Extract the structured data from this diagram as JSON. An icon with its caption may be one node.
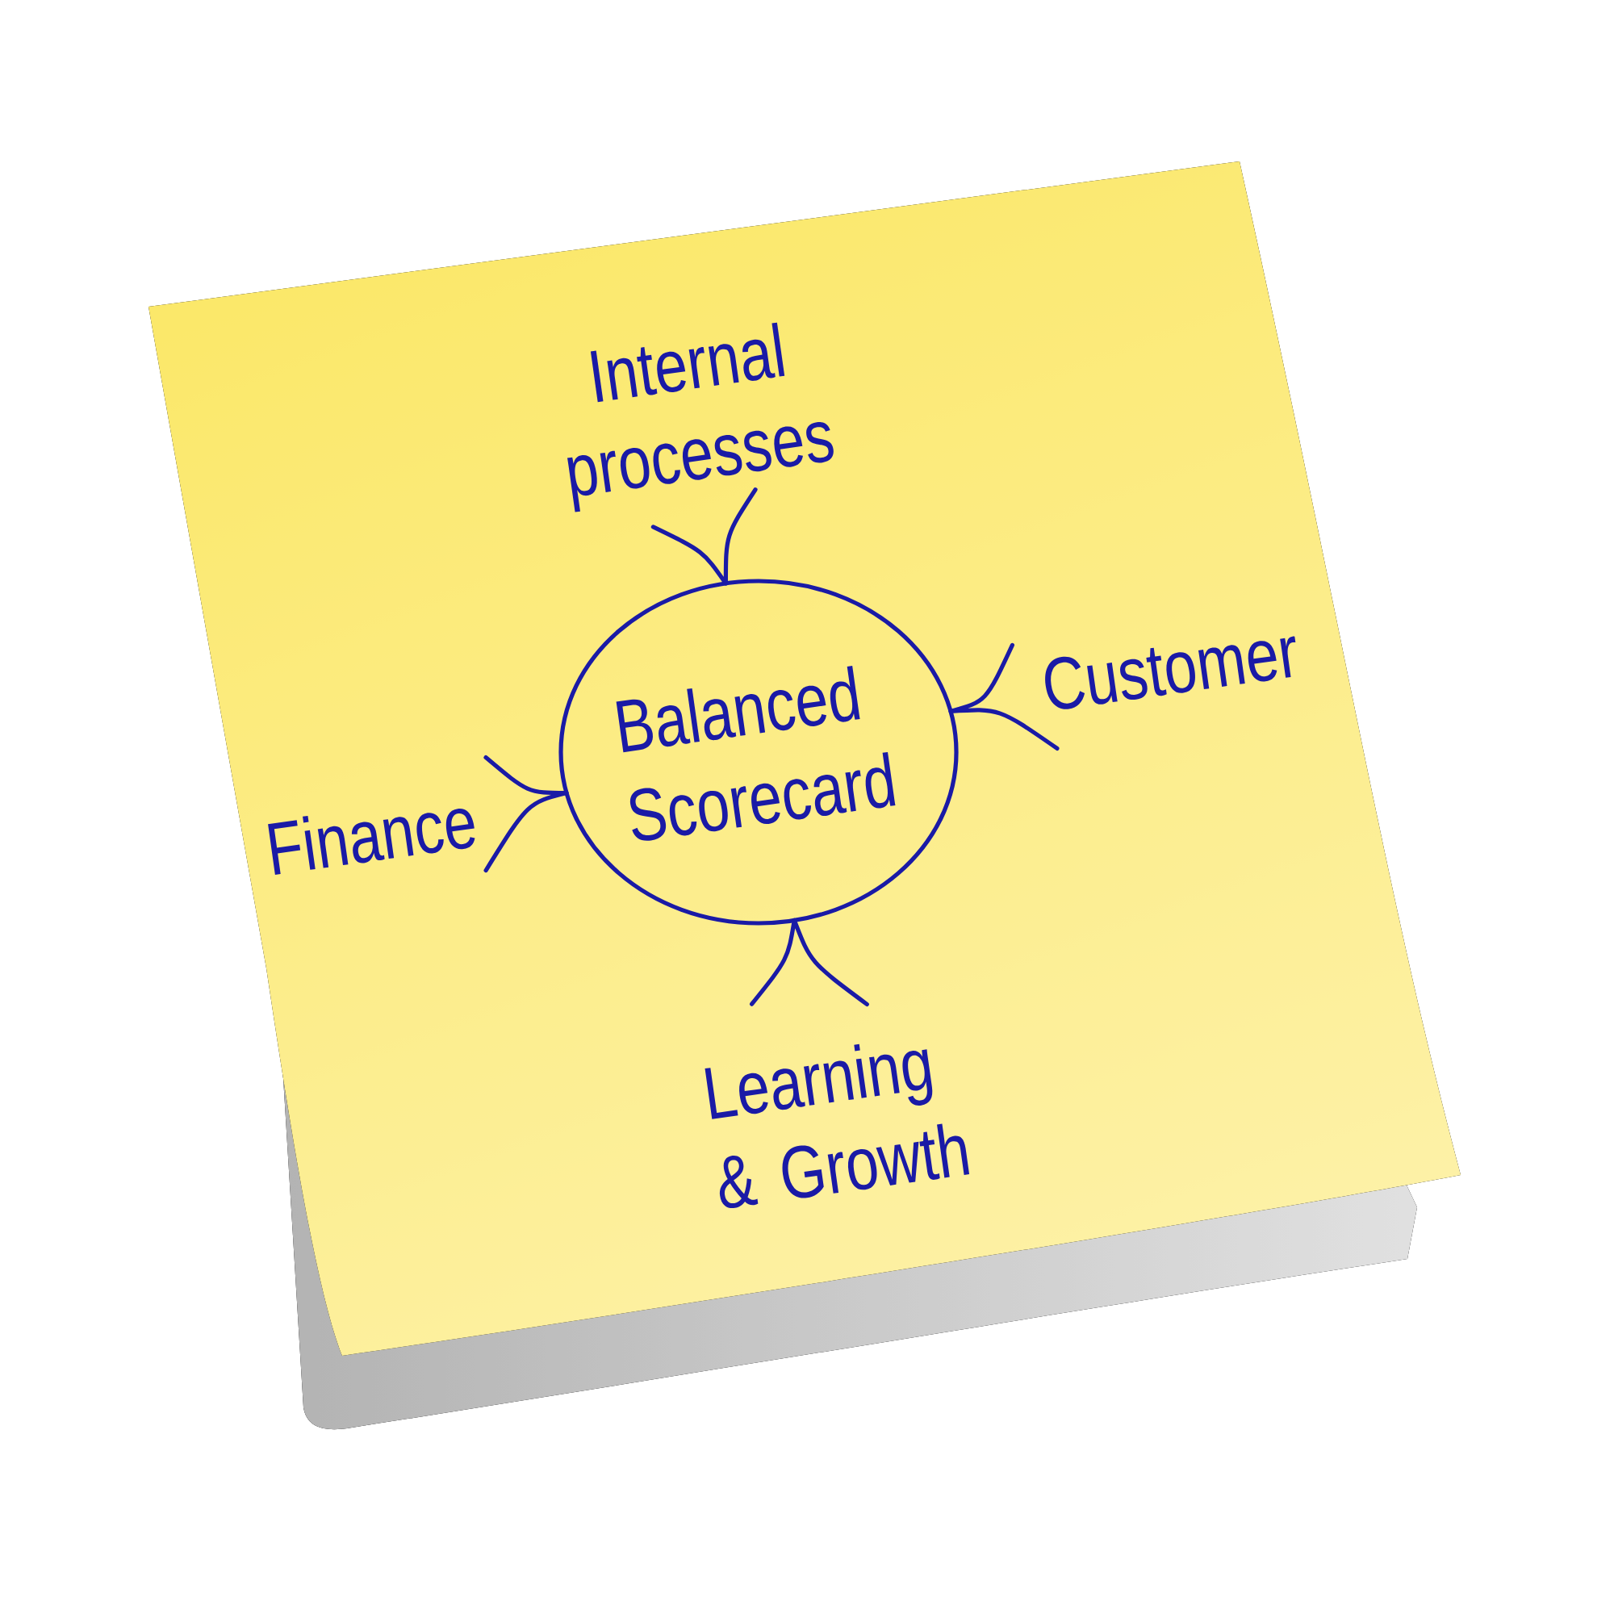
{
  "diagram": {
    "nodes": [
      {
        "text": [
          "Internal processes"
        ]
      },
      {
        "text": [
          "Customer"
        ]
      },
      {
        "text": [
          "Balanced Scorecard"
        ]
      },
      {
        "text": [
          "Finance"
        ]
      },
      {
        "text": [
          "Learning & Growth"
        ]
      }
    ],
    "edges": [
      {
        "from": 0,
        "to": 2,
        "arrow": "none"
      },
      {
        "from": 1,
        "to": 2,
        "arrow": "none"
      },
      {
        "from": 3,
        "to": 2,
        "arrow": "none"
      },
      {
        "from": 4,
        "to": 2,
        "arrow": "none"
      }
    ]
  }
}
